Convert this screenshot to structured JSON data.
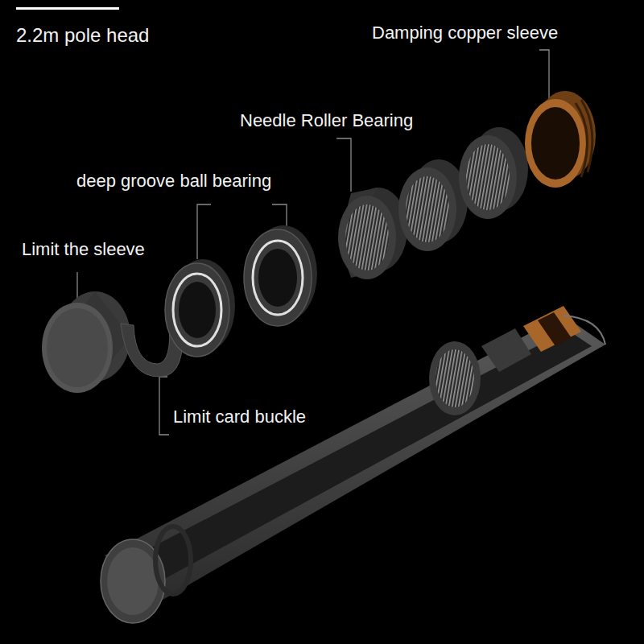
{
  "diagram": {
    "title": "2.2m pole head",
    "labels": [
      "Damping copper sleeve",
      "Needle Roller Bearing",
      "deep groove ball bearing",
      "Limit the sleeve",
      "Limit card buckle"
    ]
  }
}
